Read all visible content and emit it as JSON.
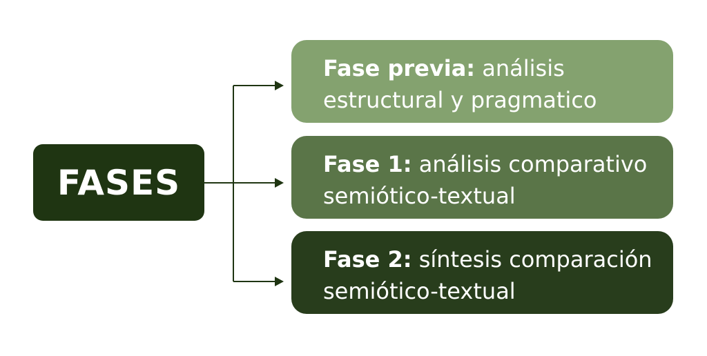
{
  "root": {
    "label": "FASES"
  },
  "phases": [
    {
      "title": "Fase previa:",
      "text": " análisis estructural y pragmatico"
    },
    {
      "title": "Fase 1:",
      "text": " análisis comparativo semiótico-textual"
    },
    {
      "title": "Fase 2:",
      "text": " síntesis comparación semiótico-textual"
    }
  ],
  "colors": {
    "root": "#1f3512",
    "phase0": "#84a26f",
    "phase1": "#5a7548",
    "phase2": "#283d1c",
    "connector": "#1f3512"
  }
}
